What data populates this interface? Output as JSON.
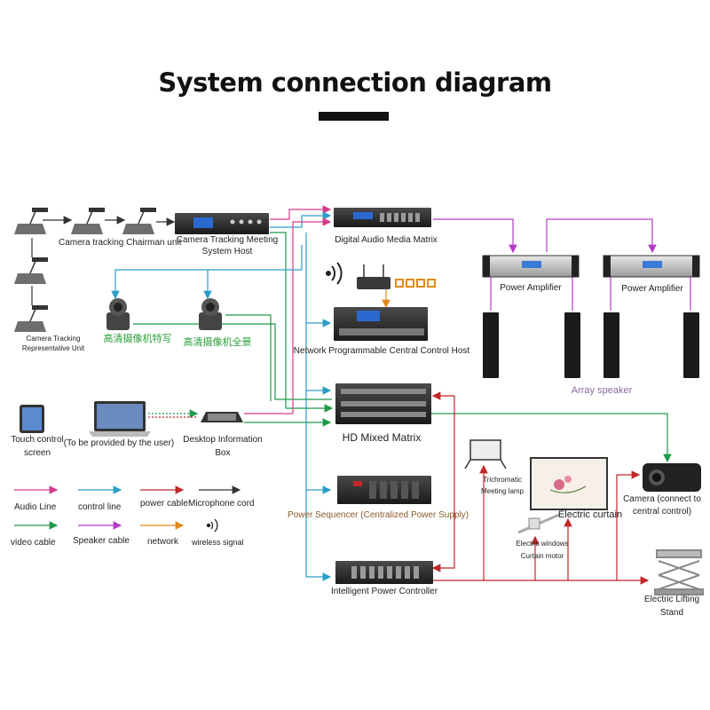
{
  "title": "System connection diagram",
  "devices": {
    "camera_tracking_chairman_unit": "Camera tracking Chairman unit",
    "camera_tracking_representative_unit": "Camera Tracking Representative Unit",
    "camera_tracking_host": "Camera Tracking Meeting System Host",
    "digital_audio_matrix": "Digital Audio Media Matrix",
    "network_central_control": "Network Programmable Central Control Host",
    "hd_mixed_matrix": "HD Mixed Matrix",
    "power_sequencer": "Power Sequencer (Centralized Power Supply)",
    "intelligent_power_controller": "Intelligent Power Controller",
    "power_amplifier_1": "Power Amplifier",
    "power_amplifier_2": "Power Amplifier",
    "array_speaker": "Array speaker",
    "hd_camera_close": "高清摄像机特写",
    "hd_camera_panorama": "高清摄像机全景",
    "touch_control_screen": "Touch control screen",
    "laptop": "(To be provided by the user)",
    "desktop_info_box": "Desktop Information Box",
    "trichromatic_lamp": "Trichromatic Meeting lamp",
    "electric_curtain": "Electric curtain",
    "electric_windows": "Electric windows Curtain motor",
    "camera_projector": "Camera (connect to central control)",
    "lifting_stand": "Electric Lifting Stand"
  },
  "legend": {
    "audio_line": "Audio Line",
    "control_line": "control line",
    "power_cable": "power cable",
    "microphone_cord": "Microphone cord",
    "video_cable": "video cable",
    "speaker_cable": "Speaker cable",
    "network": "network",
    "wireless_signal": "wireless signal"
  },
  "colors": {
    "audio": "#d63a8a",
    "control": "#2a9ec8",
    "power": "#c0282a",
    "microphone": "#333333",
    "video": "#1f9a4a",
    "speaker": "#b63ac8",
    "network": "#e08a1a"
  }
}
